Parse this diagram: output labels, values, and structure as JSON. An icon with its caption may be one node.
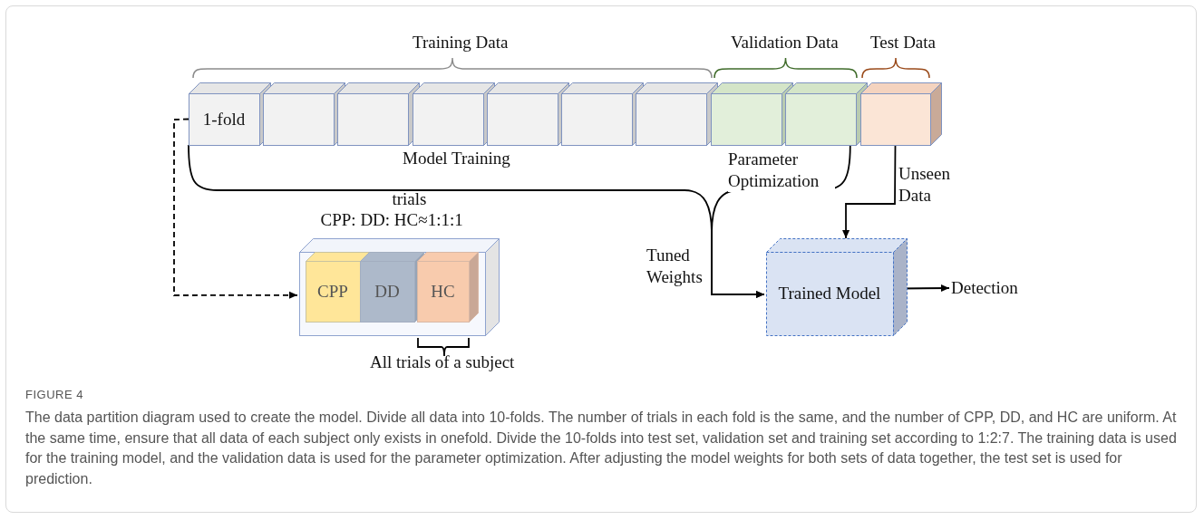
{
  "diagram": {
    "caption": "The data partition diagram used to create the model. Divide all data into 10-folds. The number of trials in each fold is the same, and the number of CPP, DD, and HC are uniform. At the same time, ensure that all data of each subject only exists in onefold. Divide the 10-folds into test set, validation set and training set according to 1:2:7. The training data is used for the training model, and the validation data is used for the parameter optimization. After adjusting the model weights for both sets of data together, the test set is used for prediction.",
    "nodes": [
      {
        "text": [
          "1-fold"
        ]
      },
      {
        "text": [],
        "shape": "cube"
      },
      {
        "text": [],
        "shape": "cube"
      },
      {
        "text": [],
        "shape": "cube"
      },
      {
        "text": [],
        "shape": "cube"
      },
      {
        "text": [],
        "shape": "cube"
      },
      {
        "text": [],
        "shape": "cube"
      },
      {
        "text": [],
        "shape": "cube"
      },
      {
        "text": [],
        "shape": "cube"
      },
      {
        "text": [],
        "shape": "cube"
      },
      {
        "text": [
          "trials",
          "CPP: DD: HC≈1:1:1"
        ]
      },
      {
        "text": [
          "CPP"
        ],
        "in": 10
      },
      {
        "text": [
          "DD"
        ],
        "in": 10
      },
      {
        "text": [
          "HC"
        ],
        "in": 10
      },
      {
        "text": [
          "Trained Model"
        ]
      },
      {
        "text": [
          "Detection"
        ]
      }
    ],
    "edges": [
      {
        "from": 0,
        "to": 14,
        "arrow": "to",
        "label": "Model Training"
      },
      {
        "from": 8,
        "to": 14,
        "arrow": "to",
        "label": "Parameter Optimization"
      },
      {
        "from": 9,
        "to": 14,
        "arrow": "to",
        "label": "Unseen Data"
      },
      {
        "from": 14,
        "to": 15,
        "arrow": "to"
      },
      {
        "from": 0,
        "to": 10,
        "arrow": "to",
        "style": "dashed"
      }
    ],
    "labels": [
      "Training Data",
      "Validation Data",
      "Test Data",
      "Tuned Weights",
      "All trials of a subject",
      "FIGURE 4"
    ]
  }
}
